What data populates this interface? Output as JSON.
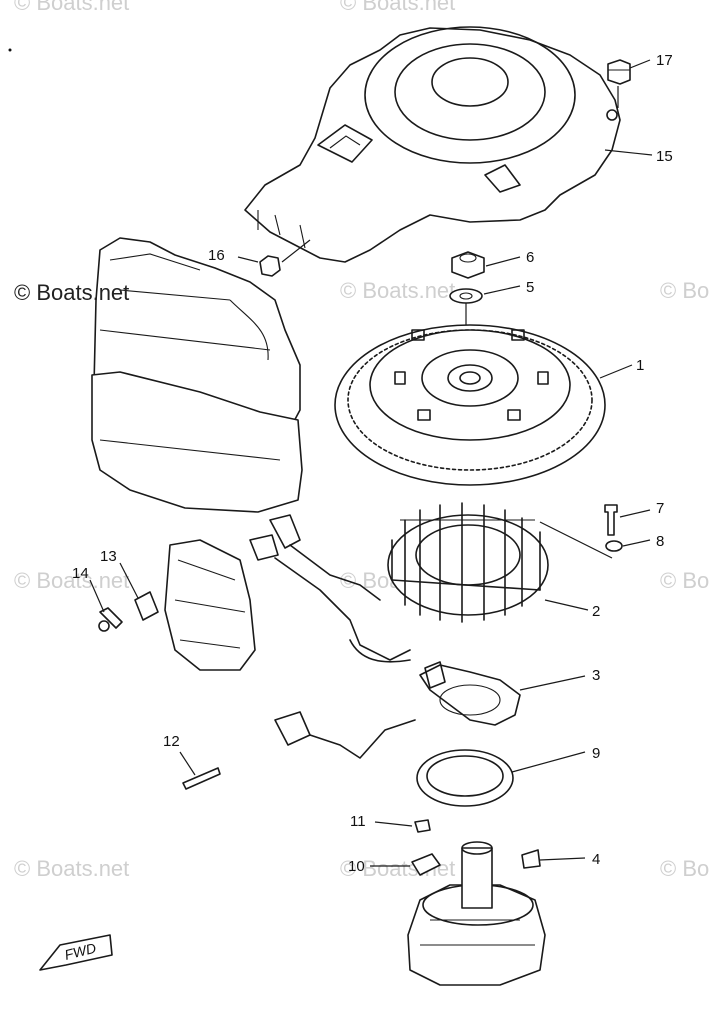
{
  "watermarks": {
    "top_left": "© Boats.net",
    "top_right": "© Boats.net",
    "primary": "© Boats.net",
    "mid_center": "© Boats.net",
    "mid_right": "© Bo",
    "row2_left": "© Boats.net",
    "row2_center": "© Boats.net",
    "row2_right": "© Bo",
    "row3_left": "© Boats.net",
    "row3_center": "© Boats.net",
    "row3_right": "© Bo"
  },
  "callouts": [
    "1",
    "2",
    "3",
    "4",
    "5",
    "6",
    "7",
    "8",
    "9",
    "10",
    "11",
    "12",
    "13",
    "14",
    "15",
    "16",
    "17"
  ],
  "fwd_label": "FWD"
}
